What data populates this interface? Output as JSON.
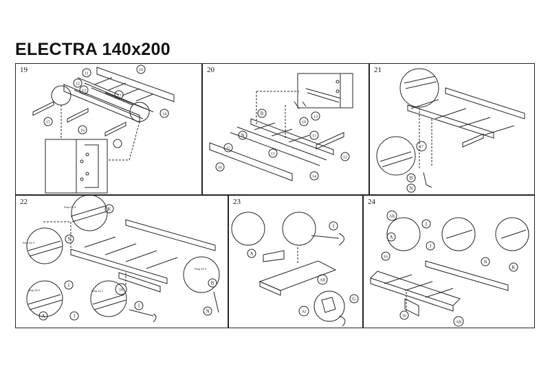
{
  "title": "ELECTRA 140x200",
  "steps": [
    {
      "num": "19",
      "callouts": [
        "10",
        "11",
        "12",
        "13",
        "13",
        "14",
        "15",
        "16"
      ]
    },
    {
      "num": "20",
      "callouts": [
        "B",
        "N",
        "15",
        "11",
        "13",
        "12",
        "16",
        "14",
        "10",
        "13"
      ]
    },
    {
      "num": "21",
      "callouts": [
        "17",
        "B",
        "N"
      ]
    },
    {
      "num": "22",
      "callouts": [
        "K",
        "N",
        "18",
        "B",
        "N",
        "I",
        "A",
        "J",
        "I"
      ],
      "substeps": [
        "Step 22.4",
        "Step 22.3",
        "Step 22.2",
        "Step 22.1",
        "Step 22.5"
      ]
    },
    {
      "num": "23",
      "callouts": [
        "I",
        "A",
        "AB",
        "G",
        "AI"
      ]
    },
    {
      "num": "24",
      "callouts": [
        "AB",
        "I",
        "A",
        "J",
        "16",
        "N",
        "K",
        "16",
        "AB"
      ]
    }
  ]
}
